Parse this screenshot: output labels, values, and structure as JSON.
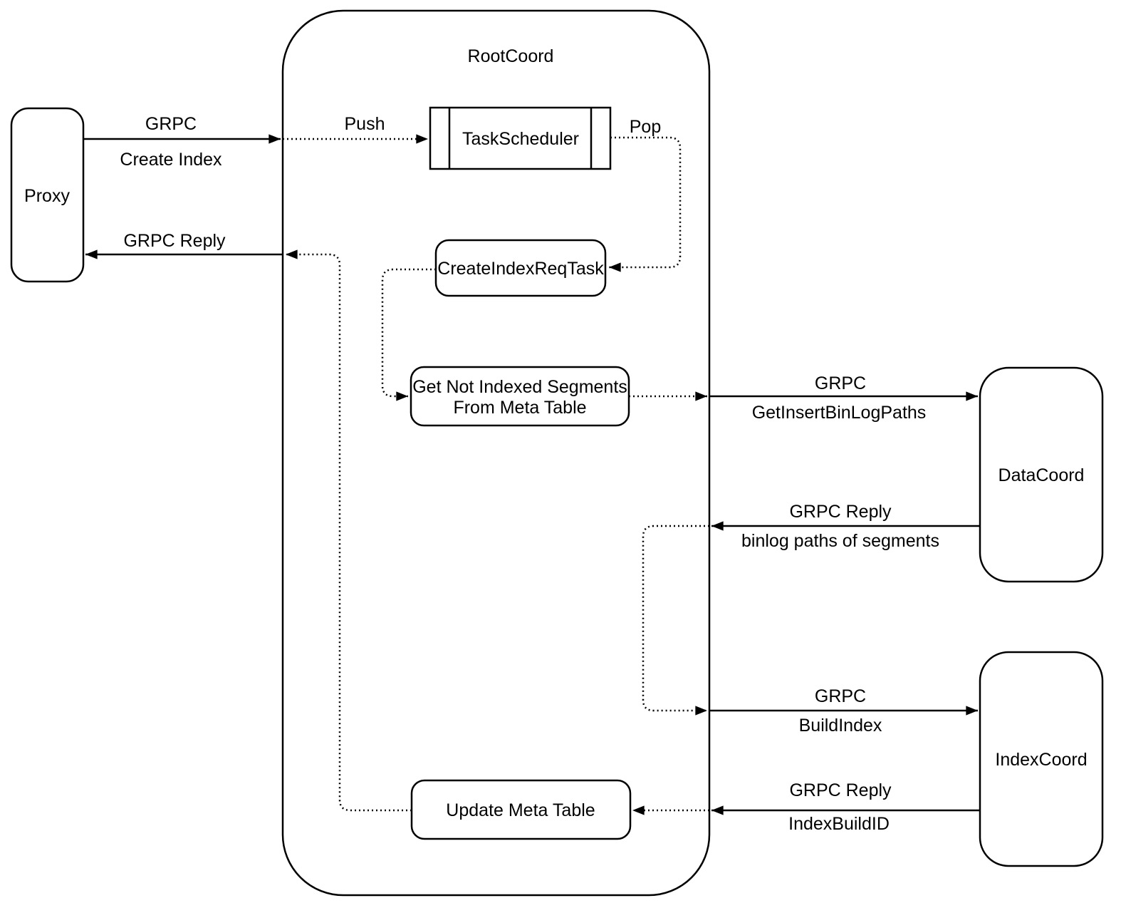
{
  "diagram": {
    "container": {
      "title": "RootCoord"
    },
    "nodes": {
      "proxy": {
        "label": "Proxy"
      },
      "task_scheduler": {
        "label": "TaskScheduler"
      },
      "create_index_req_task": {
        "label": "CreateIndexReqTask"
      },
      "get_not_indexed_segments": {
        "label_line1": "Get Not Indexed Segments",
        "label_line2": "From Meta Table"
      },
      "update_meta_table": {
        "label": "Update Meta Table"
      },
      "data_coord": {
        "label": "DataCoord"
      },
      "index_coord": {
        "label": "IndexCoord"
      }
    },
    "edges": {
      "create_index": {
        "line1": "GRPC",
        "line2": "Create Index"
      },
      "grpc_reply_to_proxy": {
        "line1": "GRPC Reply"
      },
      "push": {
        "line1": "Push"
      },
      "pop": {
        "line1": "Pop"
      },
      "get_insert_binlog_paths": {
        "line1": "GRPC",
        "line2": "GetInsertBinLogPaths"
      },
      "binlog_paths_reply": {
        "line1": "GRPC Reply",
        "line2": "binlog paths of segments"
      },
      "build_index": {
        "line1": "GRPC",
        "line2": "BuildIndex"
      },
      "index_build_id_reply": {
        "line1": "GRPC Reply",
        "line2": "IndexBuildID"
      }
    },
    "colors": {
      "stroke": "#000000",
      "background": "#ffffff"
    }
  }
}
